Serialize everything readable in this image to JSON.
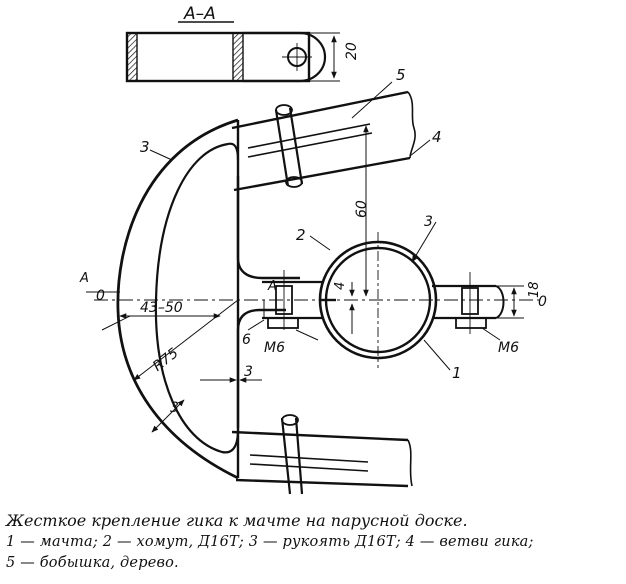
{
  "drawing": {
    "section_label": "A–A",
    "dim_section_height": "20",
    "dim_arm_spacing": "60",
    "dim_wall": "3",
    "dim_grip": "43–50",
    "dim_radius": "R75",
    "dim_rim": "3",
    "dim_gap": "3",
    "dim_18": "18",
    "dim_4": "4",
    "dim_6": "6",
    "section_mark": "A",
    "zero_mark": "0",
    "bolt_label": "М6",
    "part_1": "1",
    "part_2": "2",
    "part_3": "3",
    "part_4": "4",
    "part_5": "5"
  },
  "caption": {
    "title": "Жесткое крепление гика к мачте на парусной доске.",
    "legend_line1": "1 — мачта; 2 — хомут, Д16Т; 3 — рукоять Д16Т; 4 — ветви гика;",
    "legend_line2": "5 — бобышка, дерево."
  }
}
